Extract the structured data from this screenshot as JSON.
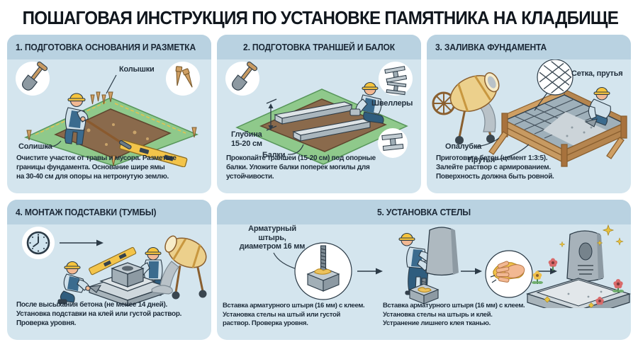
{
  "title": "ПОШАГОВАЯ ИНСТРУКЦИЯ ПО УСТАНОВКЕ ПАМЯТНИКА НА КЛАДБИЩЕ",
  "colors": {
    "panel_bg": "#d4e5ee",
    "panel_header_bg": "#b9d2e1",
    "text_dark": "#1e2c3a",
    "accent_yellow": "#f3c44a",
    "grass_green": "#8fc98b",
    "dirt_brown": "#8a6a4c",
    "wood_brown": "#c79a62",
    "concrete_grey": "#c2ccd2",
    "worker_blue": "#3b6b8e",
    "white": "#ffffff"
  },
  "panels": [
    {
      "title": "1. ПОДГОТОВКА ОСНОВАНИЯ И РАЗМЕТКА",
      "labels": {
        "stakes": "Колышки",
        "edge": "Солишка"
      },
      "caption": "Очистите участок от травы и мусора. Разметьте\nграницы фундамента. Основание шире ямы\nна 30-40 см для опоры на нетронутую землю."
    },
    {
      "title": "2. ПОДГОТОВКА ТРАНШЕЙ И БАЛОК",
      "labels": {
        "channels": "Швеллеры",
        "depth": "Глубина\n15-20 см",
        "beams": "Балки"
      },
      "caption": "Прокопайте траншеи (15-20 см) под опорные\nбалки. Уложите балки поперек могилы для\nустойчивости."
    },
    {
      "title": "3. ЗАЛИВКА ФУНДАМЕНТА",
      "labels": {
        "mesh": "Сетка, прутья",
        "formwork": "Опалубка",
        "rods": "Прутья"
      },
      "caption": "Приготовьте бетон (цемент 1:3:5).\nЗалейте раствор с армированием.\nПоверхность должна быть ровной."
    },
    {
      "title": "4. МОНТАЖ ПОДСТАВКИ (ТУМБЫ)",
      "caption": "После высыхания бетона (не менее 14 дней).\nУстановка подставки на клей или густой раствор.\nПроверка уровня."
    },
    {
      "title": "5. УСТАНОВКА СТЕЛЫ",
      "labels": {
        "pin": "Арматурный\nштырь,\nдиаметром 16 мм"
      },
      "captions": {
        "left": "Вставка арматурного штыря (16 мм) с клеем.\nУстановка стелы на штый или густой\nраствор. Проверка уровня.",
        "right": "Вставка арматурного штыря (16 мм) с клеем.\nУстановка стелы на штырь и клей.\nУстранение лишнего клея тканью."
      }
    }
  ]
}
